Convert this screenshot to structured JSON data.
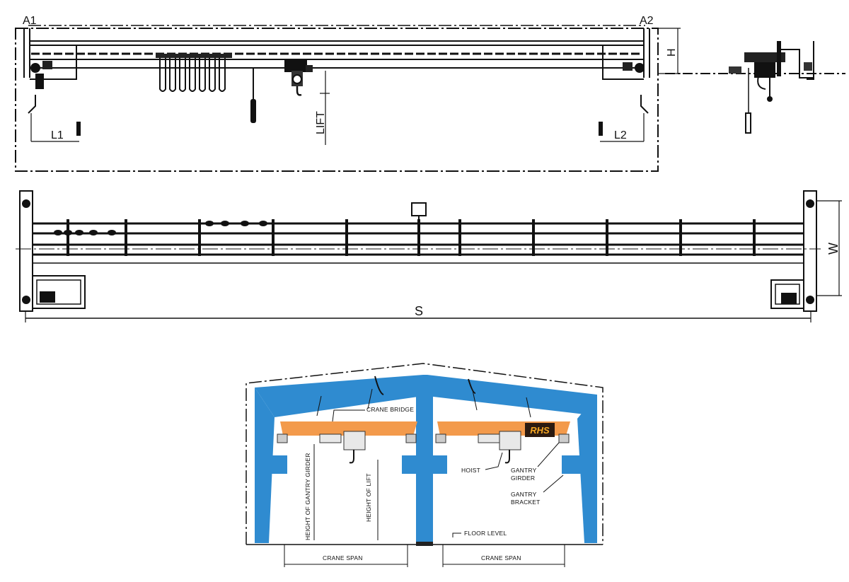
{
  "front_view": {
    "labels": {
      "a1": "A1",
      "a2": "A2",
      "l1": "L1",
      "l2": "L2",
      "h": "H",
      "lift": "LIFT"
    }
  },
  "plan_view": {
    "labels": {
      "s": "S",
      "w": "W"
    }
  },
  "building_section": {
    "labels": {
      "crane_bridge": "CRANE BRIDGE",
      "hoist": "HOIST",
      "gantry_girder_1": "GANTRY",
      "gantry_girder_2": "GIRDER",
      "gantry_bracket_1": "GANTRY",
      "gantry_bracket_2": "BRACKET",
      "height_of_gantry_girder": "HEIGHT OF GANTRY GIRDER",
      "height_of_lift": "HEIGHT OF LIFT",
      "floor_level": "FLOOR LEVEL",
      "crane_span_left": "CRANE SPAN",
      "crane_span_right": "CRANE SPAN"
    },
    "logo_text": "RHS",
    "colors": {
      "frame_blue": "#2f8bd0",
      "bridge_orange": "#f39a4b",
      "logo_bg": "#2b1a10",
      "logo_text": "#f5a623"
    }
  }
}
